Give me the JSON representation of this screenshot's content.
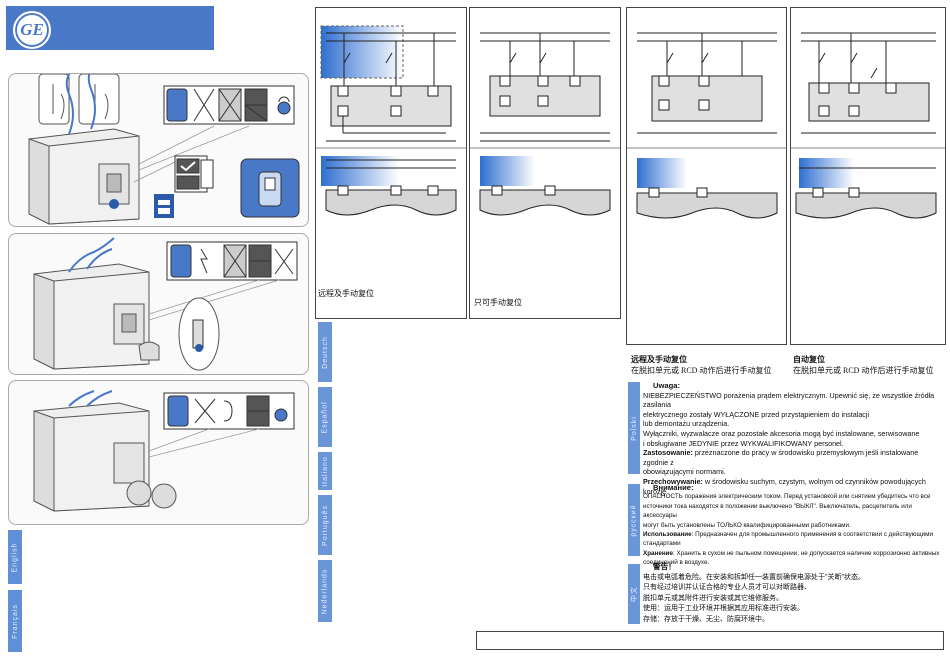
{
  "left_tabs": [
    "English",
    "Français"
  ],
  "mid_tabs": [
    "Deutsch",
    "Español",
    "Italiano",
    "Português",
    "Nederlands"
  ],
  "captions": {
    "d1": "远程及手动复位",
    "d2": "只可手动复位",
    "d3_bold": "远程及手动复位",
    "d3_sub": "在脱扣单元或 RCD 动作后进行手动复位",
    "d4_bold": "自动复位",
    "d4_sub": "在脱扣单元或 RCD 动作后进行手动复位"
  },
  "polski": {
    "tab": "Polski",
    "title": "Uwaga:",
    "l1": "NIEBEZPIECZEŃSTWO porażenia prądem elektrycznym. Upewnić się, że wszystkie źródła zasilania",
    "l2": "elektrycznego zostały WYŁĄCZONE przed przystąpieniem do instalacji",
    "l3": "lub demontażu urządzenia.",
    "l4": "Wyłączniki, wyzwalacze oraz pozostałe akcesoria mogą być instalowane, serwisowane",
    "l5": "i obsługiwane JEDYNIE przez WYKWALIFIKOWANY personel.",
    "l6_b": "Zastosowanie:",
    "l6": " przeznaczone do pracy w środowisku przemysłowym jeśli instalowane zgodnie z",
    "l7": "obowiązującymi normami.",
    "l8_b": "Przechowywanie:",
    "l8": " w środowisku suchym, czystym, wolnym od czynników powodujących",
    "l9": "korozję"
  },
  "russian": {
    "tab": "русский",
    "title": "Внимание:",
    "l1": "ОПАСНОСТЬ поражения электрическим током. Перед установкой или снятием убедитесь что все",
    "l2": "источники тока находятся в положении выключено \"ВЫКЛ\". Выключатель, расцепитель или аксессуары",
    "l3": "могут быть установлены ТОЛЬКО квалифицированными работниками.",
    "l4_b": "Использование",
    "l4": ": Предназначен для промышленного применения в соответствии с действующими",
    "l5": "стандартами",
    "l6_b": "Хранение",
    "l6": ": Хранить в сухом не пыльном помещении, не допускается наличие коррозионно активных",
    "l7": "соединений в воздухе."
  },
  "chinese": {
    "tab": "中文",
    "title": "警告！",
    "l1": "电击或电弧着危险。在安装和拆卸任一装置前确保电源处于\"关断\"状态。",
    "l2": "只有经过培训并认证合格的专业人员才可以对断路器、",
    "l3": "脱扣单元或其附件进行安装或其它维修服务。",
    "l4": "使用：运用于工业环境并根据其应用标准进行安装。",
    "l5": "存储：存放于干燥、无尘、防腐环境中。"
  },
  "colors": {
    "brand": "#4a78c8",
    "tab": "#6a96d8",
    "gradient_start": "#2f6fd0"
  }
}
